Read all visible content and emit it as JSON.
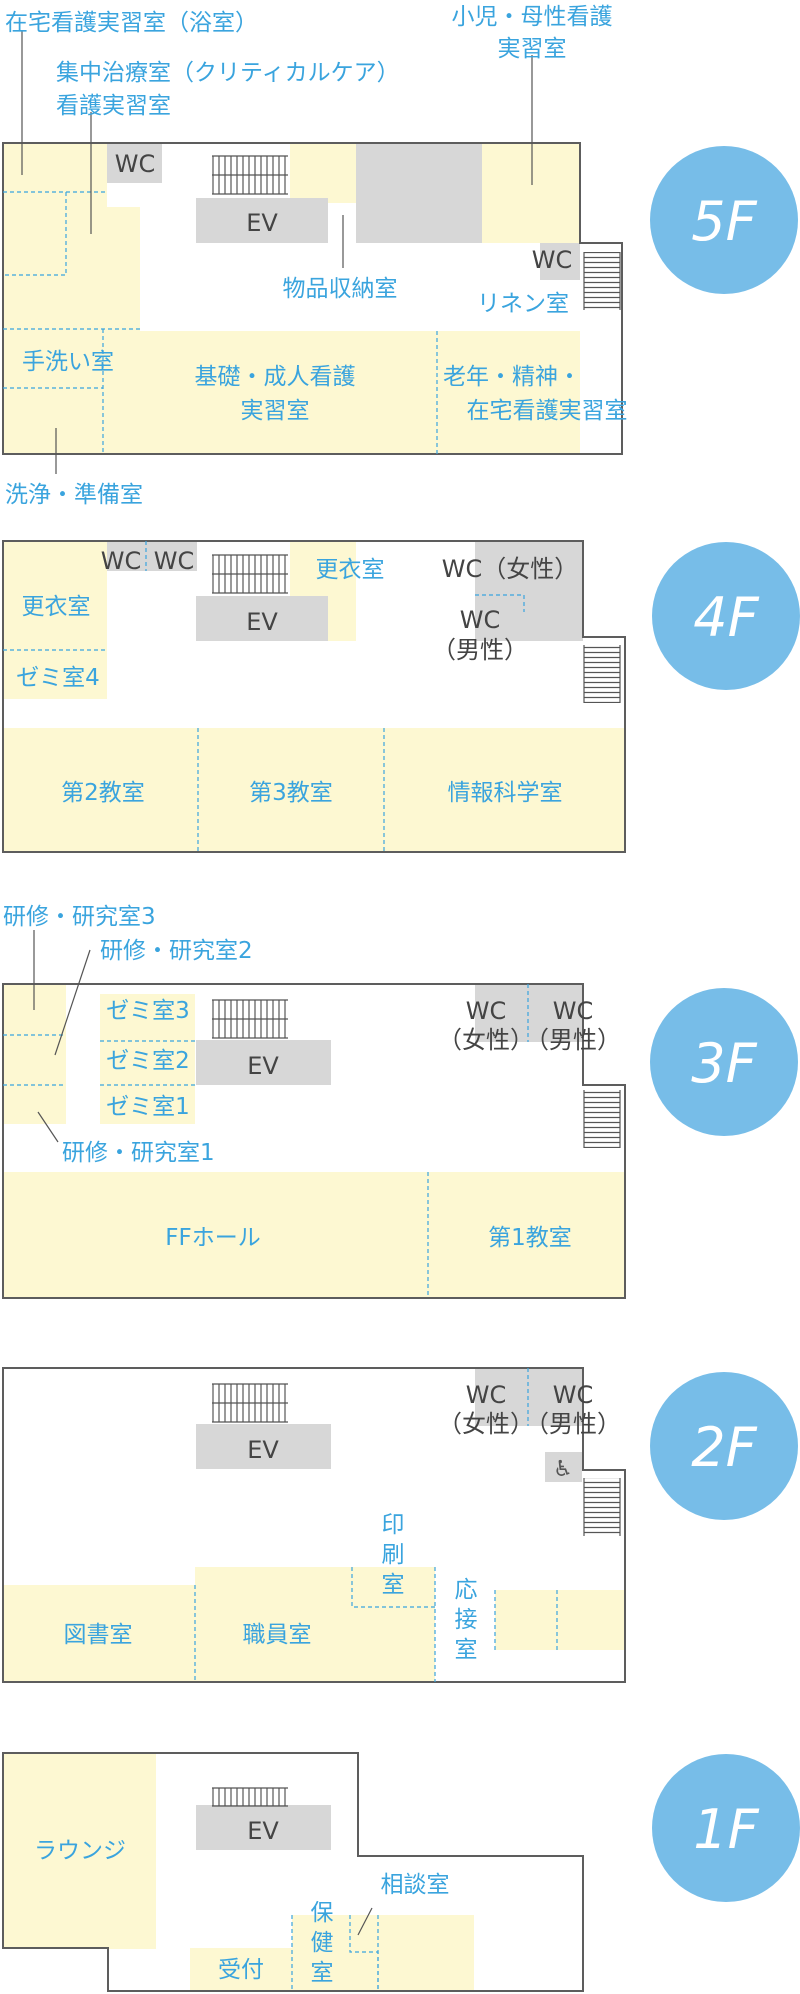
{
  "colors": {
    "room": "#fdf8d2",
    "label": "#3aa4de",
    "gray": "#d7d7d7",
    "outline": "#5d5d5d",
    "floor_badge": "#77bde8",
    "dark_text": "#444444"
  },
  "floors": {
    "f5": {
      "badge": "5F",
      "rooms": {
        "bath": "在宅看護実習室（浴室）",
        "icu1": "集中治療室（クリティカルケア）",
        "icu2": "看護実習室",
        "child1": "小児・母性看護",
        "child2": "実習室",
        "storage": "物品収納室",
        "linen": "リネン室",
        "handwash": "手洗い室",
        "basic1": "基礎・成人看護",
        "basic2": "実習室",
        "elder1": "老年・精神・",
        "elder2": "在宅看護実習室",
        "prep": "洗浄・準備室"
      },
      "wc1": "WC",
      "wc2": "WC",
      "ev": "EV"
    },
    "f4": {
      "badge": "4F",
      "rooms": {
        "changing_l": "更衣室",
        "changing_r": "更衣室",
        "seminar4": "ゼミ室4",
        "class2": "第2教室",
        "class3": "第3教室",
        "info": "情報科学室"
      },
      "wc_a": "WC",
      "wc_b": "WC",
      "wc_female": "WC（女性）",
      "wc_male1": "WC",
      "wc_male2": "（男性）",
      "ev": "EV"
    },
    "f3": {
      "badge": "3F",
      "rooms": {
        "lab3": "研修・研究室3",
        "lab2": "研修・研究室2",
        "lab1": "研修・研究室1",
        "sem3": "ゼミ室3",
        "sem2": "ゼミ室2",
        "sem1": "ゼミ室1",
        "ff": "FFホール",
        "class1": "第1教室"
      },
      "wc_f1": "WC",
      "wc_f2": "（女性）",
      "wc_m1": "WC",
      "wc_m2": "（男性）",
      "ev": "EV"
    },
    "f2": {
      "badge": "2F",
      "rooms": {
        "print1": "印",
        "print2": "刷",
        "print3": "室",
        "rec1": "応",
        "rec2": "接",
        "rec3": "室",
        "library": "図書室",
        "staff": "職員室"
      },
      "wc_f1": "WC",
      "wc_f2": "（女性）",
      "wc_m1": "WC",
      "wc_m2": "（男性）",
      "ev": "EV",
      "accessible_icon": "wheelchair-icon"
    },
    "f1": {
      "badge": "1F",
      "rooms": {
        "lounge": "ラウンジ",
        "consult": "相談室",
        "health1": "保",
        "health2": "健",
        "health3": "室",
        "reception": "受付"
      },
      "ev": "EV"
    }
  }
}
